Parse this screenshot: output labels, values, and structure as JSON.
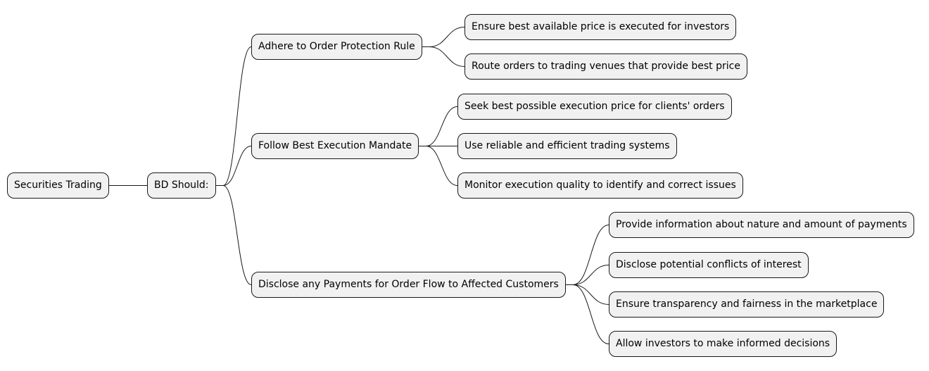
{
  "mindmap": {
    "root": "Securities Trading",
    "child": "BD Should:",
    "branches": [
      {
        "label": "Adhere to Order Protection Rule",
        "items": [
          "Ensure best available price is executed for investors",
          "Route orders to trading venues that provide best price"
        ]
      },
      {
        "label": "Follow Best Execution Mandate",
        "items": [
          "Seek best possible execution price for clients' orders",
          "Use reliable and efficient trading systems",
          "Monitor execution quality to identify and correct issues"
        ]
      },
      {
        "label": "Disclose any Payments for Order Flow to Affected Customers",
        "items": [
          "Provide information about nature and amount of payments",
          "Disclose potential conflicts of interest",
          "Ensure transparency and fairness in the marketplace",
          "Allow investors to make informed decisions"
        ]
      }
    ]
  }
}
